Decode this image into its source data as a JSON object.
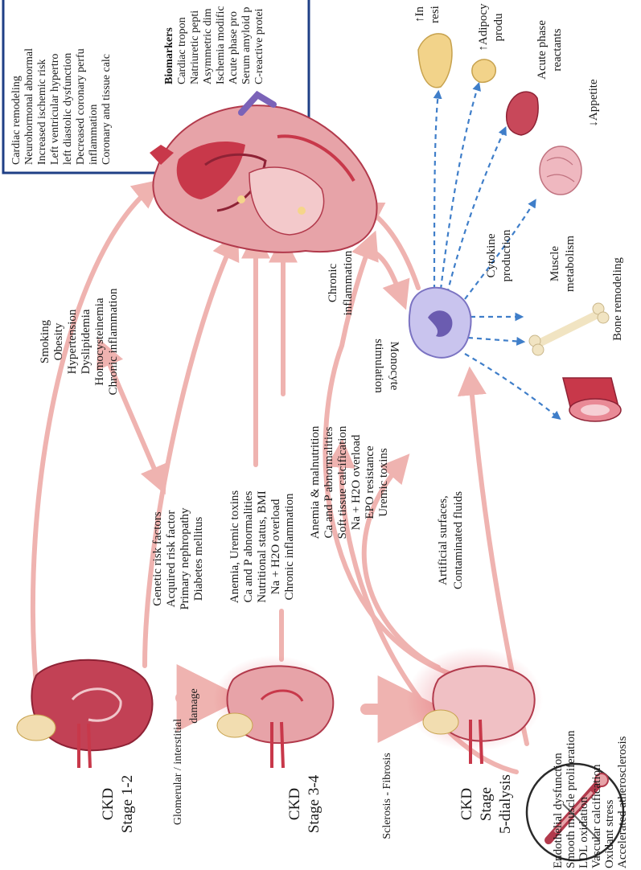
{
  "colors": {
    "arrow_pink": "#efb3b0",
    "arrow_blue": "#3f7ec9",
    "box_border": "#1f3f86",
    "heart_red": "#c8384a",
    "kidney_red": "#b83548",
    "monocyte_purple": "#9f97d6"
  },
  "stages": {
    "s12": {
      "line1": "CKD",
      "line2": "Stage 1-2"
    },
    "s34": {
      "line1": "CKD",
      "line2": "Stage 3-4"
    },
    "s5": {
      "line1": "CKD",
      "line2": "Stage",
      "line3": "5-dialysis"
    }
  },
  "transitions": {
    "t1": {
      "line1": "Glomerular / interstitial",
      "line2": "damage"
    },
    "t2": "Sclerosis - Fibrosis"
  },
  "risk_factors": {
    "group1": [
      "Smoking",
      "Obesity",
      "Hypertension",
      "Dyslipidemia",
      "Homocysteinemia",
      "Chronic inflammation"
    ],
    "group2": [
      "Genetic risk factors",
      "Acquired risk factor",
      "Primary nephropathy",
      "Diabetes mellitus"
    ],
    "group3": [
      "Anemia, Uremic toxins",
      "Ca and P abnormalities",
      "Nutritional status, BMI",
      "Na + H2O overload",
      "Chronic inflammation"
    ],
    "group4": [
      "Anemia & malnutrition",
      "Ca and P abnormalities",
      "Soft tissue calcification",
      "Na + H2O overload",
      "EPO resistance",
      "Uremic toxins"
    ]
  },
  "cardiac_box": {
    "outcomes": [
      "Cardiac remodeling",
      "Neurohormonal abnormal",
      "Increased ischemic risk",
      "Left ventricular hypertro",
      "left diastolic dysfunction",
      "Decreased coronary perfu",
      "inflammation",
      "Coronary and tissue calc"
    ],
    "biomarkers_title": "Biomarkers",
    "biomarkers": [
      "Cardiac tropon",
      "Natriuretic pepti",
      "Asymmetric dim",
      "Ischemia modific",
      "Acute phase pro",
      "Serum amyloid p",
      "C-reactive protei"
    ]
  },
  "inflammation": {
    "chronic": {
      "line1": "Chronic",
      "line2": "inflammation"
    },
    "monocyte": {
      "line1": "Monocyte",
      "line2": "stimulation"
    },
    "artificial": {
      "line1": "Artificial surfaces,",
      "line2": "Contaminated fluids"
    },
    "cytokine": {
      "line1": "Cytokine",
      "line2": "production"
    },
    "muscle": {
      "line1": "Muscle",
      "line2": "metabolism"
    },
    "bone": "Bone remodeling",
    "appetite": "↓Appetite",
    "acute": {
      "line1": "Acute phase",
      "line2": "reactants"
    },
    "adipocytokine": {
      "line1": "↑Adipocy",
      "line2": "produ"
    },
    "insulin": {
      "line1": "↑In",
      "line2": "resi"
    },
    "vascular": [
      "Endothelial dysfunction",
      "Smooth muscle proliferation",
      "LDL oxidation",
      "Vascular calcification",
      "Oxidant stress",
      "Accelerated atherosclerosis"
    ]
  },
  "icons": [
    "kidney-icon",
    "heart-icon",
    "monocyte-icon",
    "blood-vessel-icon",
    "bone-icon",
    "brain-icon",
    "liver-icon",
    "adipose-icon",
    "pancreas-icon",
    "dialysis-needle-icon"
  ]
}
